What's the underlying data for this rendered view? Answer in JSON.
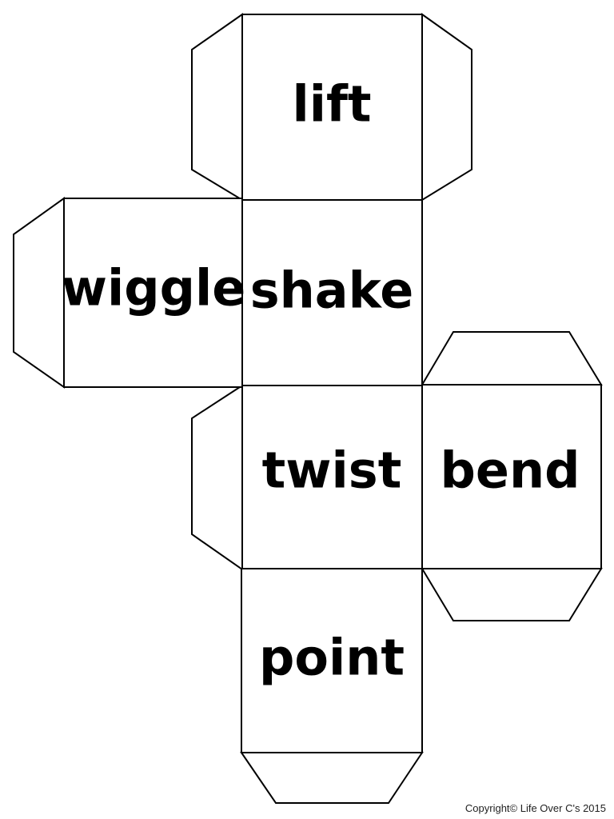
{
  "faces": {
    "top": "lift",
    "left": "wiggle",
    "center": "shake",
    "middle": "twist",
    "right": "bend",
    "bottom": "point"
  },
  "footer": {
    "copyright": "Copyright© Life Over C's 2015"
  }
}
